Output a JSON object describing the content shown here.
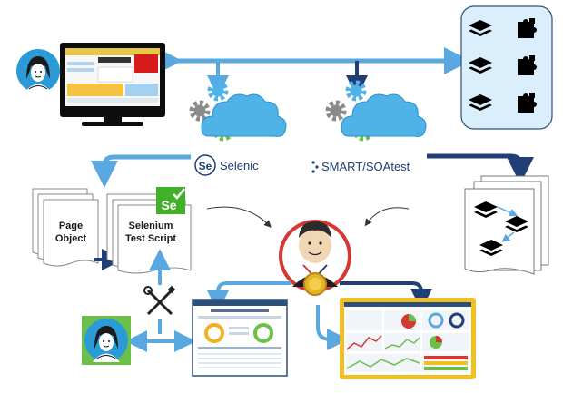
{
  "tools": {
    "selenic": {
      "prefix": "Se",
      "name": "Selenic"
    },
    "soatest": {
      "name": "SMART/SOAtest"
    }
  },
  "documents": {
    "page_object": {
      "line1": "Page",
      "line2": "Object"
    },
    "selenium_script": {
      "line1": "Selenium",
      "line2": "Test Script"
    },
    "selenium_badge": "Se"
  },
  "colors": {
    "arrow_light": "#5aa8e0",
    "arrow_dark": "#1f3f76",
    "cloud": "#4fb3e8",
    "services_panel": "#dbeefb",
    "dashboard_frame": "#f0c020",
    "badge_green": "#43b02a"
  },
  "icons": {
    "desktop": "monitor-with-web-app",
    "services": [
      "layers-icon",
      "puzzle-icon"
    ],
    "ci_server": "jenkins-butler-icon",
    "tools": "wrench-screwdriver-icon"
  }
}
